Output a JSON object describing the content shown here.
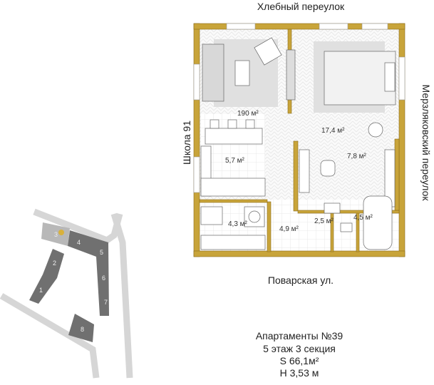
{
  "streets": {
    "top": "Хлебный переулок",
    "left": "Школа  91",
    "right": "Мерзляковский переулок",
    "bottom": "Поварская ул."
  },
  "rooms": [
    {
      "id": "living",
      "area": "190 м²"
    },
    {
      "id": "bedroom",
      "area": "17,4 м²"
    },
    {
      "id": "kitchen",
      "area": "5,7 м²"
    },
    {
      "id": "study",
      "area": "7,8 м²"
    },
    {
      "id": "wardrobe",
      "area": "4,3 м²"
    },
    {
      "id": "hall",
      "area": "4,9 м²"
    },
    {
      "id": "wc",
      "area": "2,5 м²"
    },
    {
      "id": "bathroom",
      "area": "4,5 м²"
    }
  ],
  "info": {
    "title": "Апартаменты  №39",
    "floor": "5 этаж  3 секция",
    "area": "S 66,1м²",
    "height": "Н 3,53 м"
  },
  "site_plan": {
    "buildings": [
      "3",
      "4",
      "5",
      "2",
      "6",
      "1",
      "7",
      "8"
    ],
    "highlight_color": "#d9b13b"
  },
  "colors": {
    "wall": "#c8a43a",
    "wall_edge": "#8a6d1c"
  }
}
